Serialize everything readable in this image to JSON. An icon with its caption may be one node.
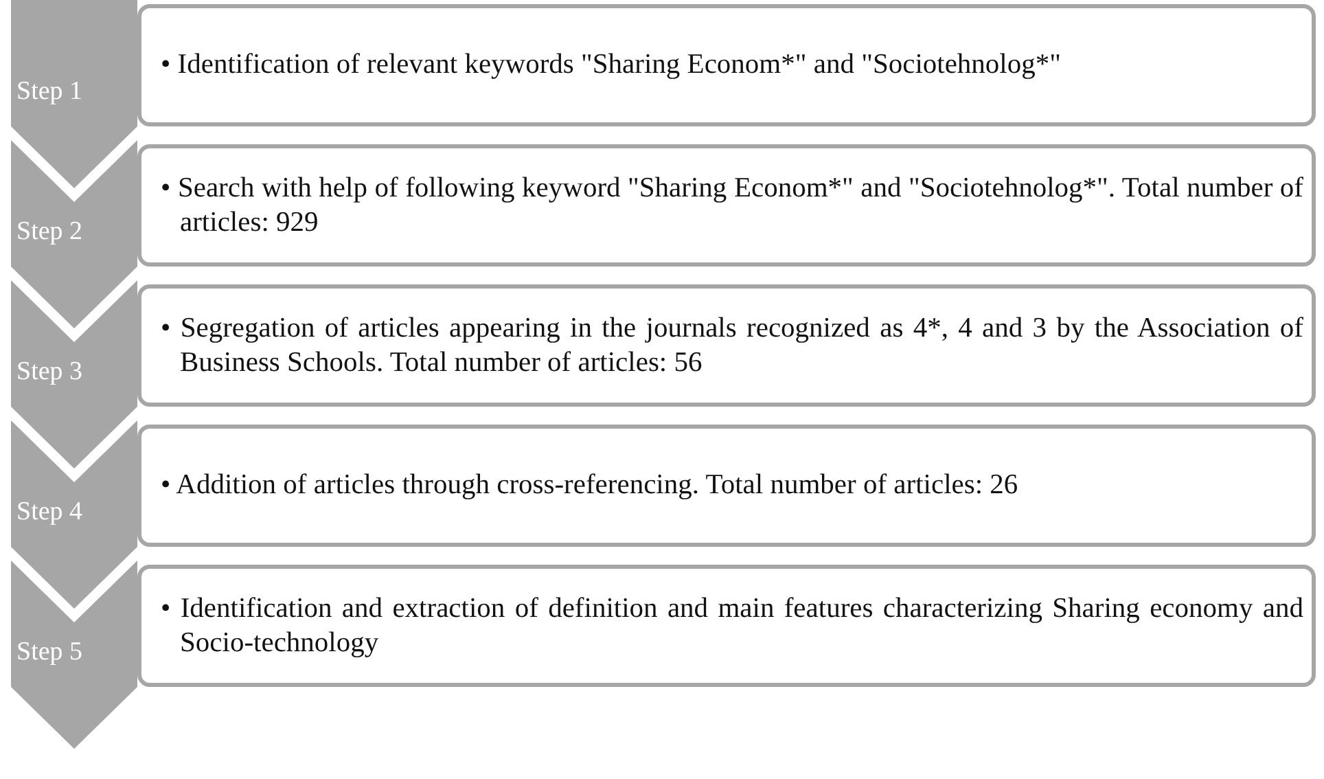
{
  "diagram": {
    "nodes": [
      {
        "text": [
          "Step 1"
        ]
      },
      {
        "text": [
          "• Identification of relevant keywords \"Sharing Econom*\" and \"Sociotehnolog*\""
        ]
      },
      {
        "text": [
          "Step 2"
        ]
      },
      {
        "text": [
          "• Search with help of following keyword \"Sharing Econom*\" and \"Sociotehnolog*\". Total number of articles: 929"
        ]
      },
      {
        "text": [
          "Step 3"
        ]
      },
      {
        "text": [
          "• Segregation of articles appearing in the journals recognized as 4*, 4 and 3 by the Association of Business Schools. Total number of articles: 56"
        ]
      },
      {
        "text": [
          "Step 4"
        ]
      },
      {
        "text": [
          "• Addition of articles through cross-referencing. Total number of articles: 26"
        ]
      },
      {
        "text": [
          "Step 5"
        ]
      },
      {
        "text": [
          "• Identification and extraction of definition and main features characterizing Sharing economy  and Socio-technology"
        ]
      }
    ]
  }
}
